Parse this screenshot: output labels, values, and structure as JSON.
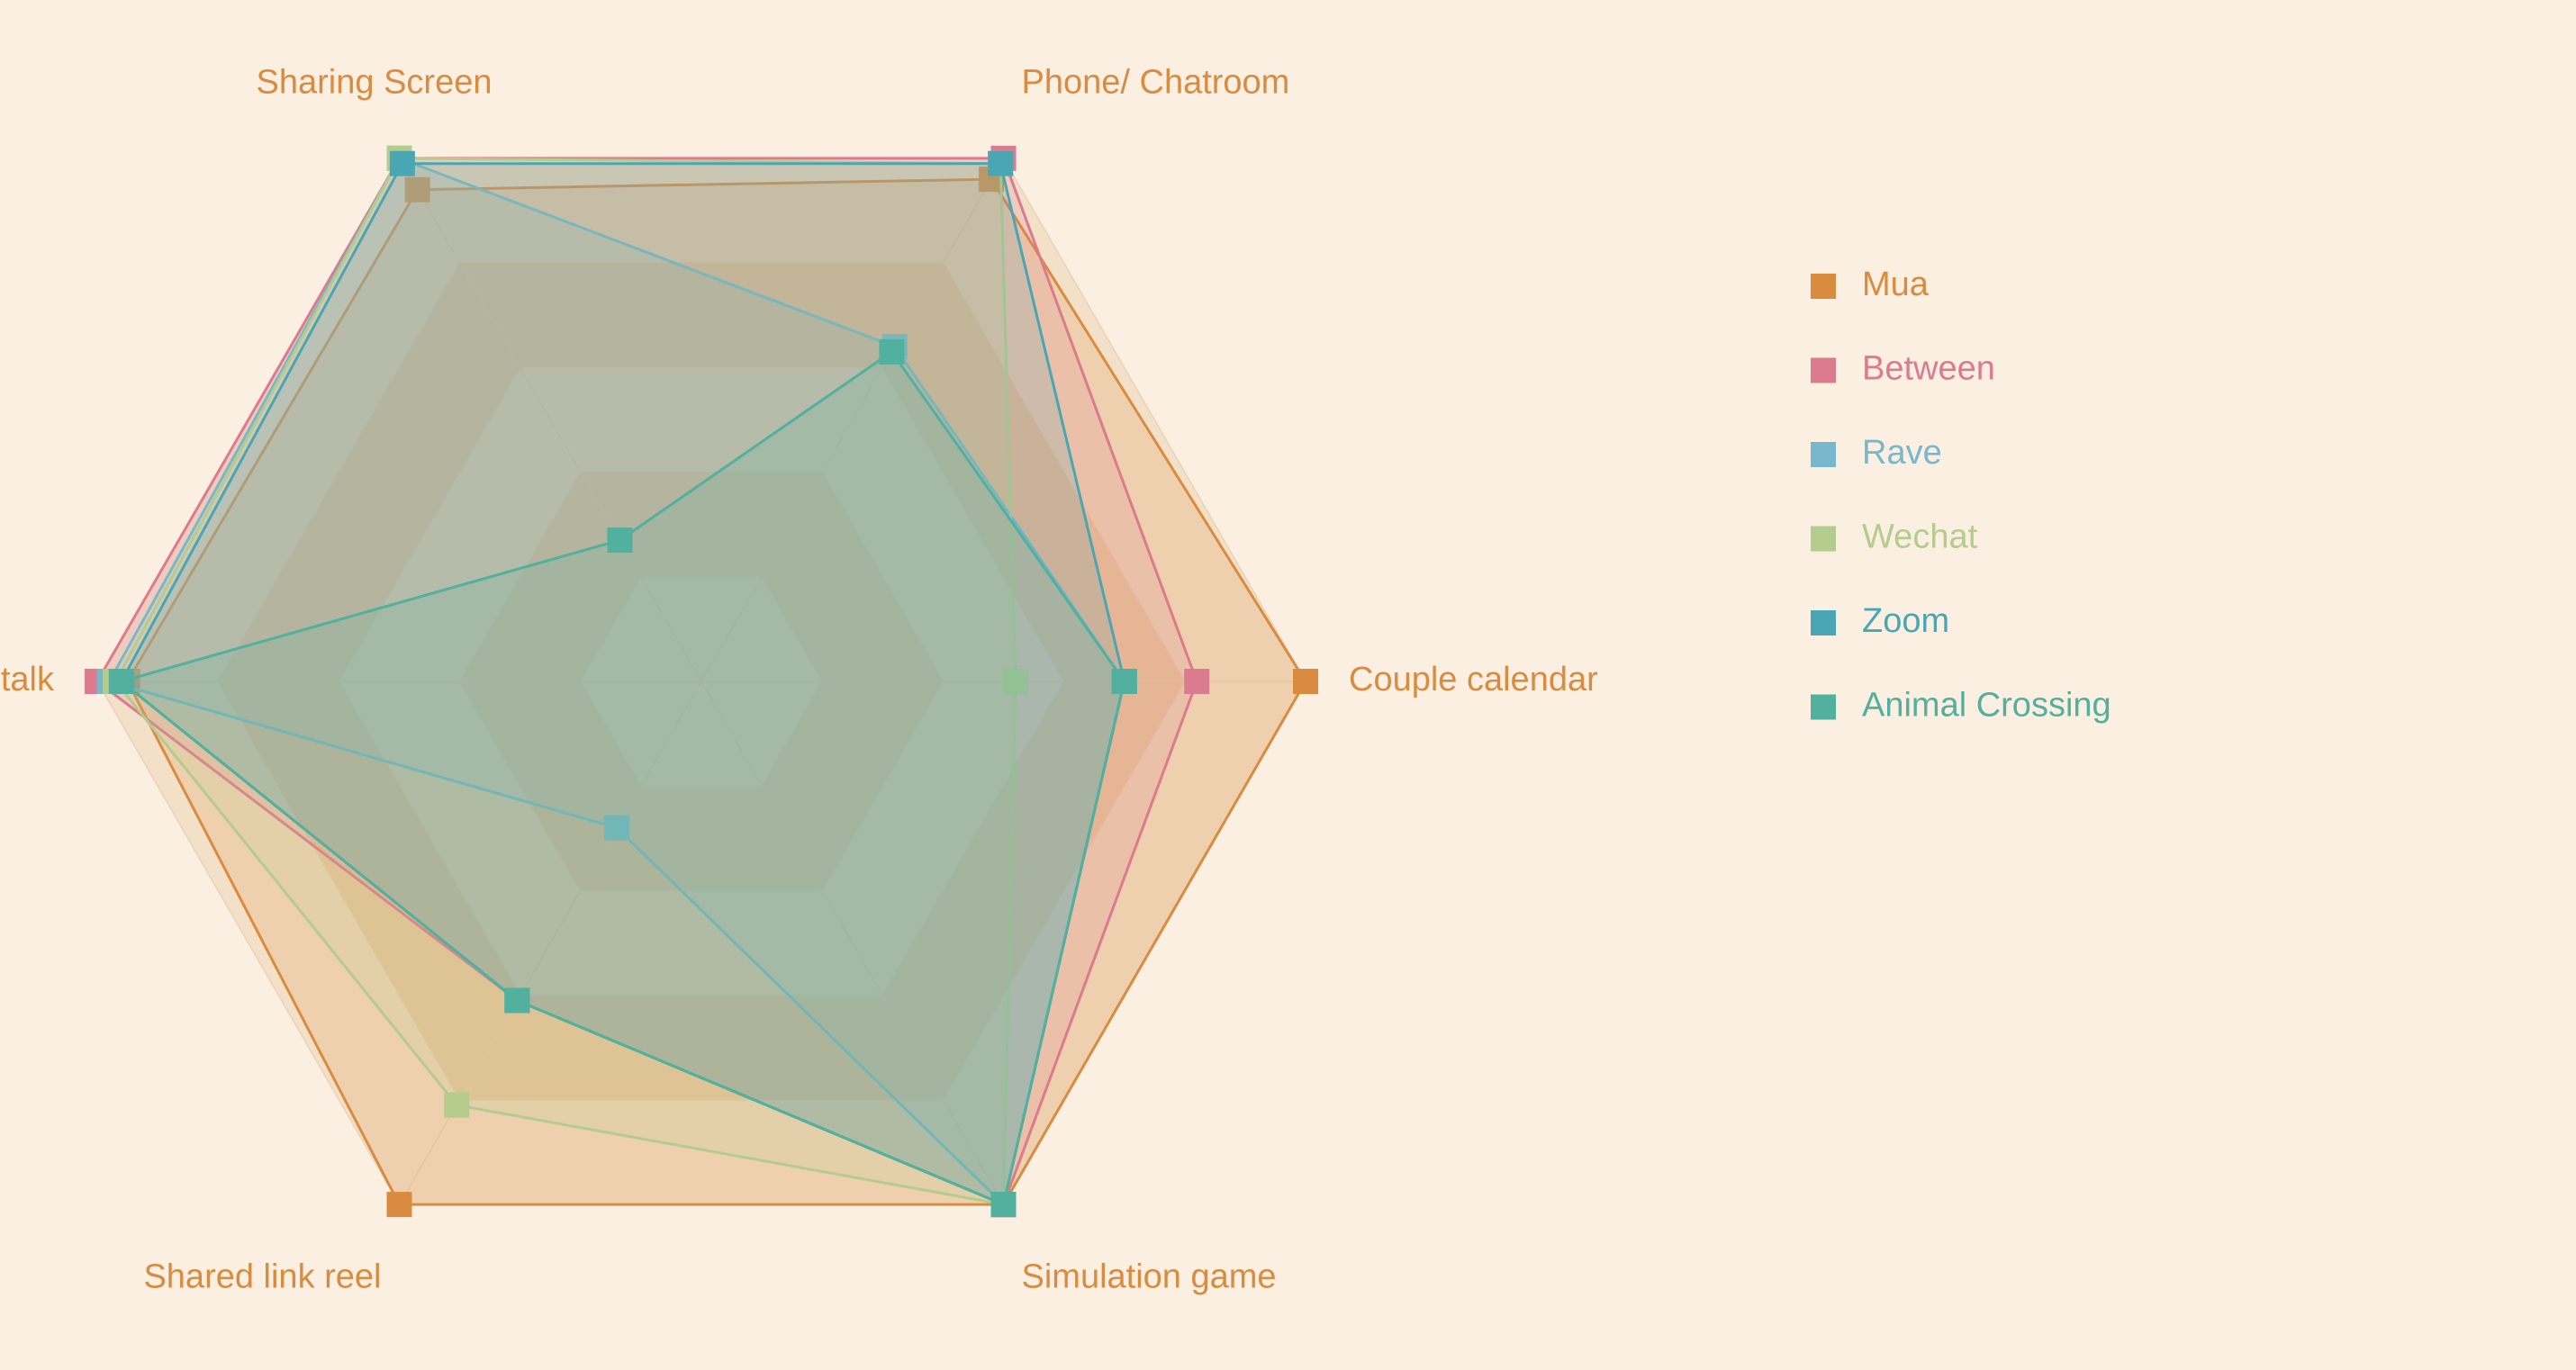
{
  "chart_data": {
    "type": "radar",
    "title": "",
    "axes": [
      "Couple calendar",
      "Phone/ Chatroom",
      "Sharing Screen",
      "Video talk",
      "Shared link reel",
      "Simulation game"
    ],
    "max": 1.0,
    "levels": 5,
    "legend_position": "right",
    "series": [
      {
        "name": "Mua",
        "color": "#d98c3f",
        "values": [
          1.0,
          0.96,
          0.94,
          0.95,
          1.0,
          1.0
        ]
      },
      {
        "name": "Between",
        "color": "#dc7a8e",
        "values": [
          0.82,
          1.0,
          1.0,
          1.0,
          0.61,
          1.0
        ]
      },
      {
        "name": "Rave",
        "color": "#79b7cc",
        "values": [
          0.7,
          0.64,
          1.0,
          0.98,
          0.28,
          1.0
        ]
      },
      {
        "name": "Wechat",
        "color": "#b4cc8d",
        "values": [
          0.52,
          0.99,
          1.0,
          0.97,
          0.81,
          1.0
        ]
      },
      {
        "name": "Zoom",
        "color": "#4ba6b4",
        "values": [
          0.7,
          0.99,
          0.99,
          0.96,
          0.61,
          1.0
        ]
      },
      {
        "name": "Animal Crossing",
        "color": "#52b09f",
        "values": [
          0.7,
          0.63,
          0.27,
          0.96,
          0.61,
          1.0
        ]
      }
    ]
  }
}
